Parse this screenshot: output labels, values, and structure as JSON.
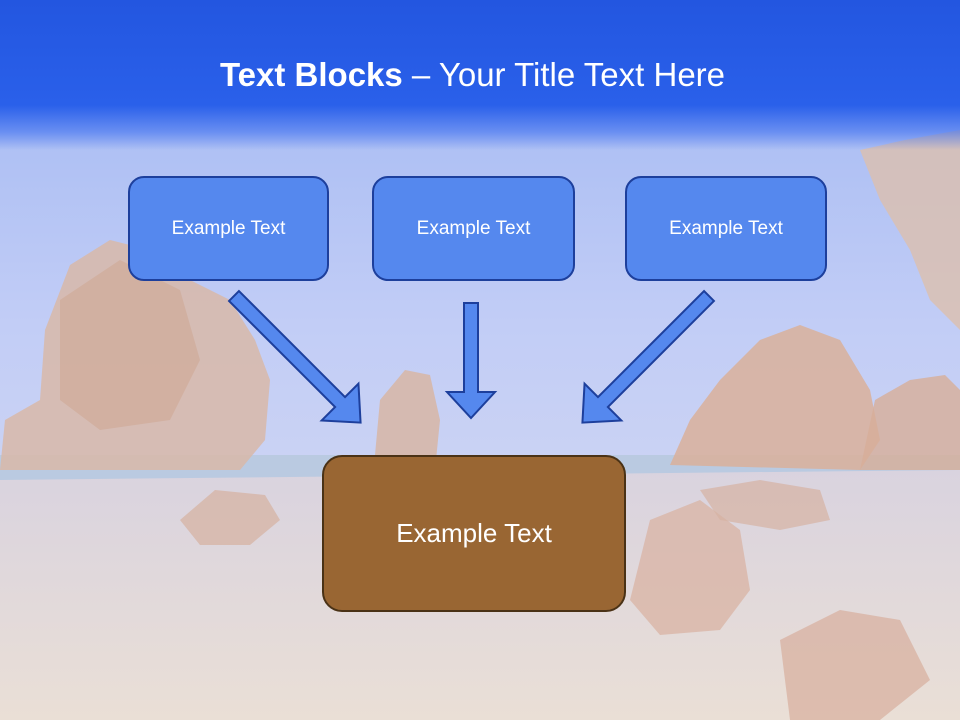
{
  "title": {
    "bold": "Text Blocks",
    "dash": " – ",
    "rest": "Your Title Text Here"
  },
  "boxes": {
    "top_left": "Example Text",
    "top_center": "Example Text",
    "top_right": "Example Text",
    "bottom": "Example Text"
  },
  "colors": {
    "header": "#2356e0",
    "blue_box": "#5588ee",
    "blue_border": "#1d3f9c",
    "brown_box": "#996633",
    "arrow": "#5588ee"
  }
}
